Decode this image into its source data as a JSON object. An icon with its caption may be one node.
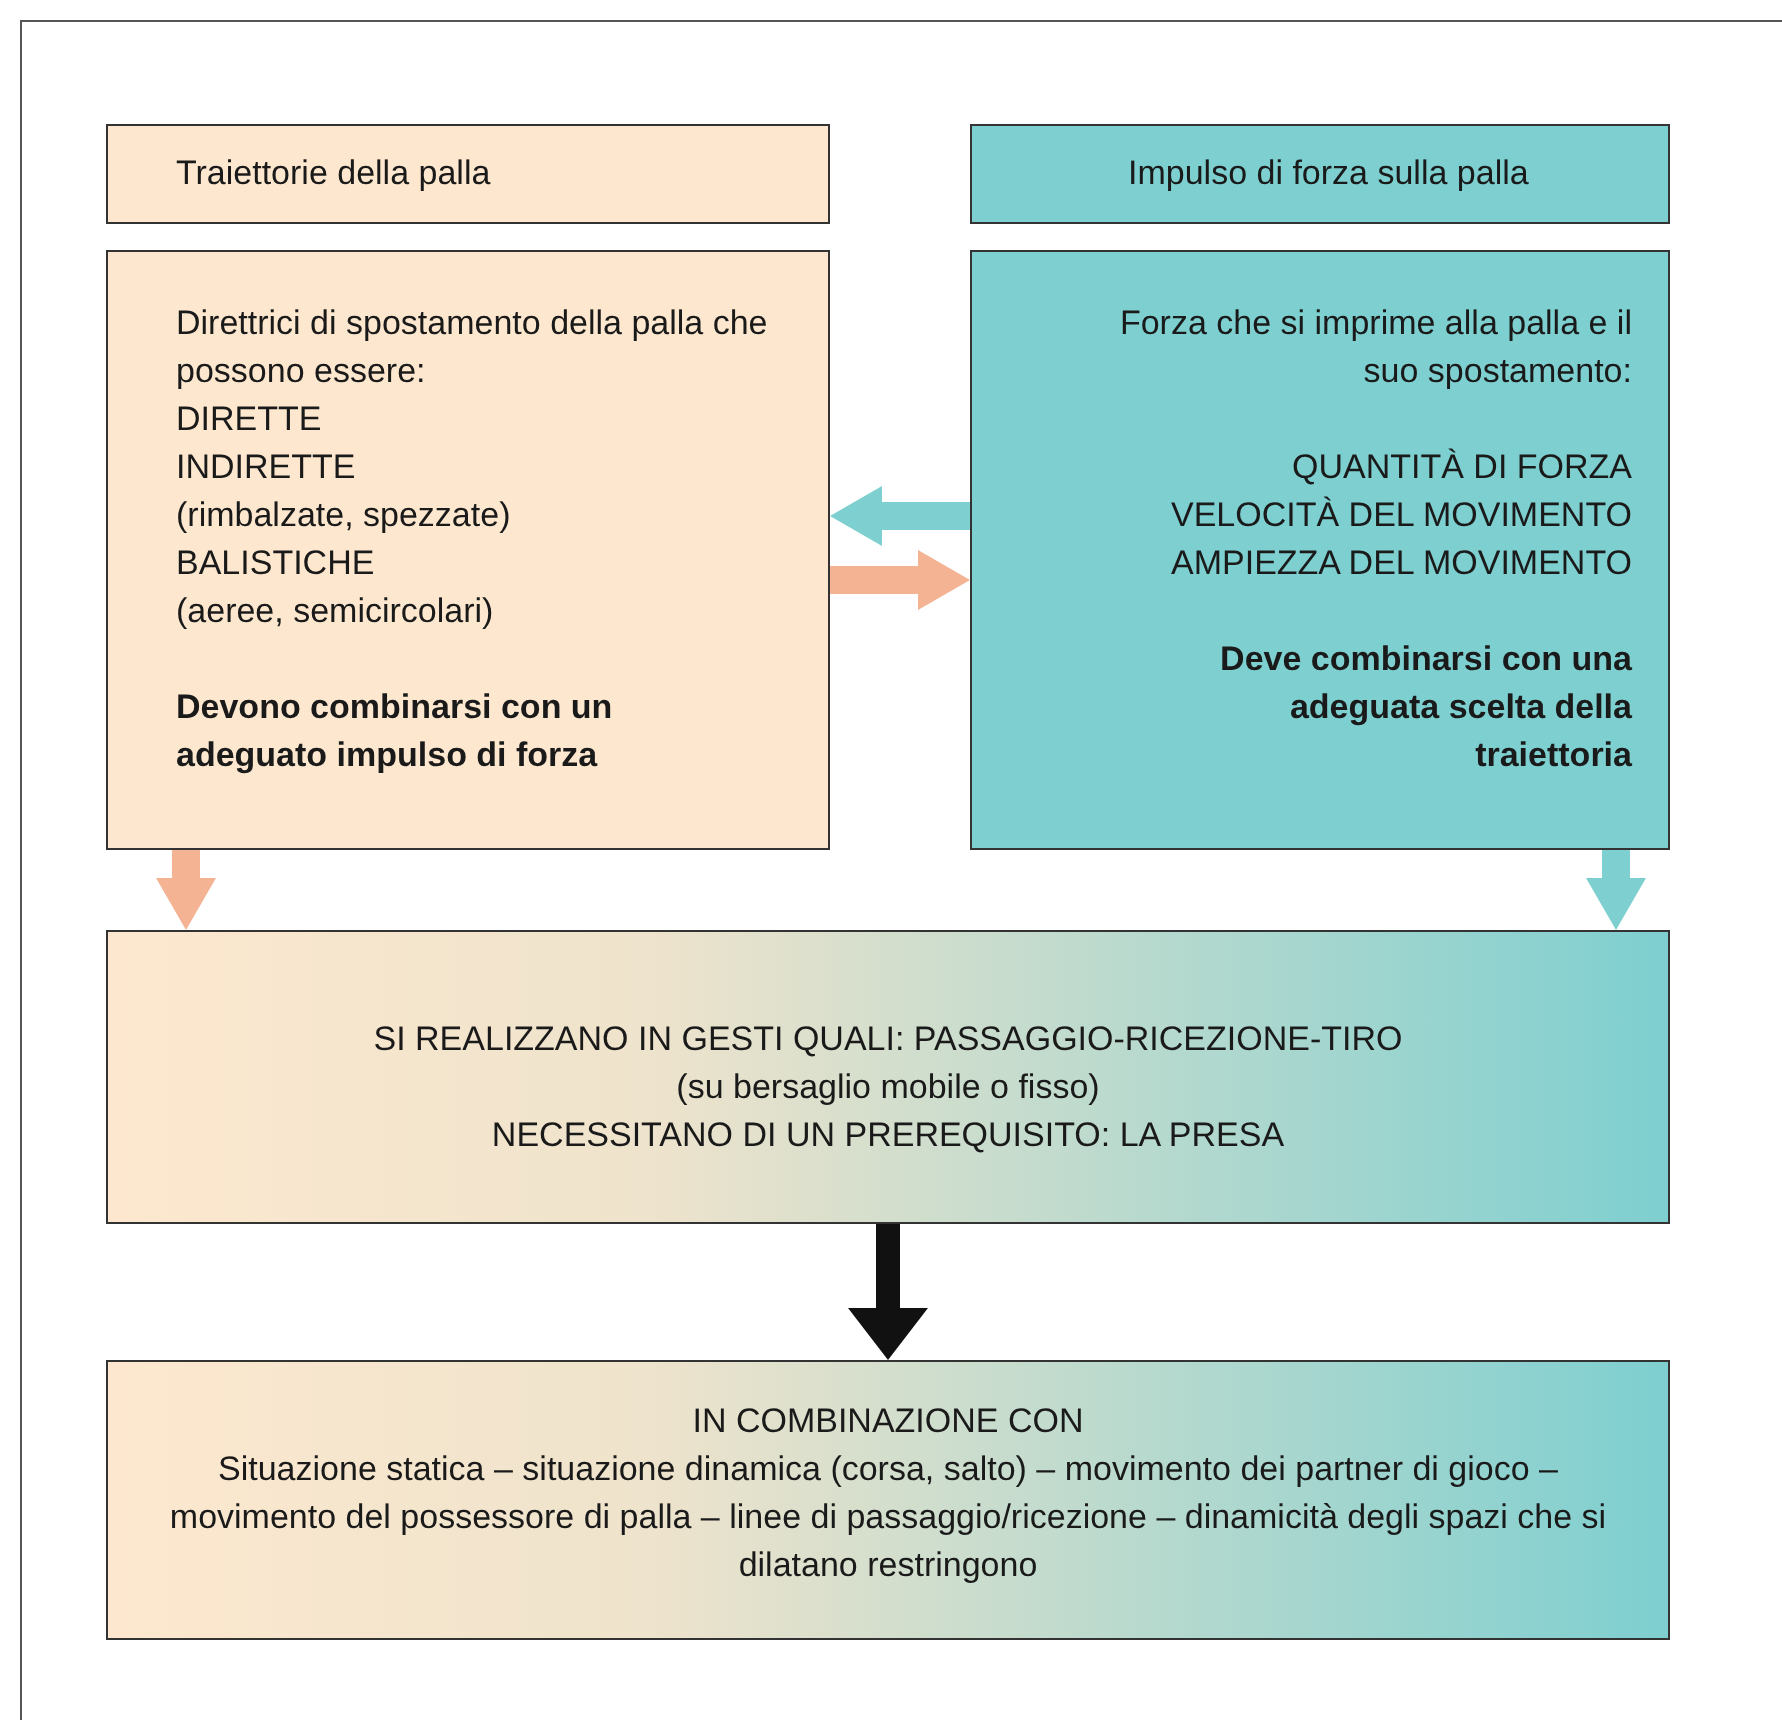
{
  "diagram": {
    "nodes": [
      {
        "text": [
          "Traiettorie della palla"
        ]
      },
      {
        "text": [
          "Impulso di forza sulla palla"
        ]
      },
      {
        "text": [
          "Direttrici di spostamento della palla che possono essere:",
          "DIRETTE",
          "INDIRETTE",
          "(rimbalzate, spezzate)",
          "BALISTICHE",
          "(aeree, semicircolari)",
          "Devono combinarsi con un adeguato impulso di forza"
        ]
      },
      {
        "text": [
          "Forza che si imprime alla palla e il suo spostamento:",
          "QUANTITÀ DI FORZA",
          "VELOCITÀ DEL MOVIMENTO",
          "AMPIEZZA DEL MOVIMENTO",
          "Deve combinarsi con una adeguata scelta della traiettoria"
        ]
      },
      {
        "text": [
          "SI REALIZZANO IN GESTI QUALI: PASSAGGIO-RICEZIONE-TIRO",
          "(su bersaglio mobile o fisso)",
          "NECESSITANO DI UN PREREQUISITO: LA PRESA"
        ]
      },
      {
        "text": [
          "IN COMBINAZIONE CON",
          "Situazione statica – situazione dinamica (corsa, salto) – movimento dei partner di gioco – movimento del possessore di palla – linee di passaggio/ricezione – dinamicità degli spazi che si dilatano restringono"
        ]
      }
    ],
    "edges": [
      {
        "from": 3,
        "to": 2,
        "arrow": "to",
        "color": "#7ecfd0"
      },
      {
        "from": 2,
        "to": 3,
        "arrow": "to",
        "color": "#f4b393"
      },
      {
        "from": 2,
        "to": 4,
        "arrow": "to",
        "color": "#f4b393"
      },
      {
        "from": 3,
        "to": 4,
        "arrow": "to",
        "color": "#7ecfd0"
      },
      {
        "from": 4,
        "to": 5,
        "arrow": "to",
        "color": "#111111"
      }
    ]
  }
}
